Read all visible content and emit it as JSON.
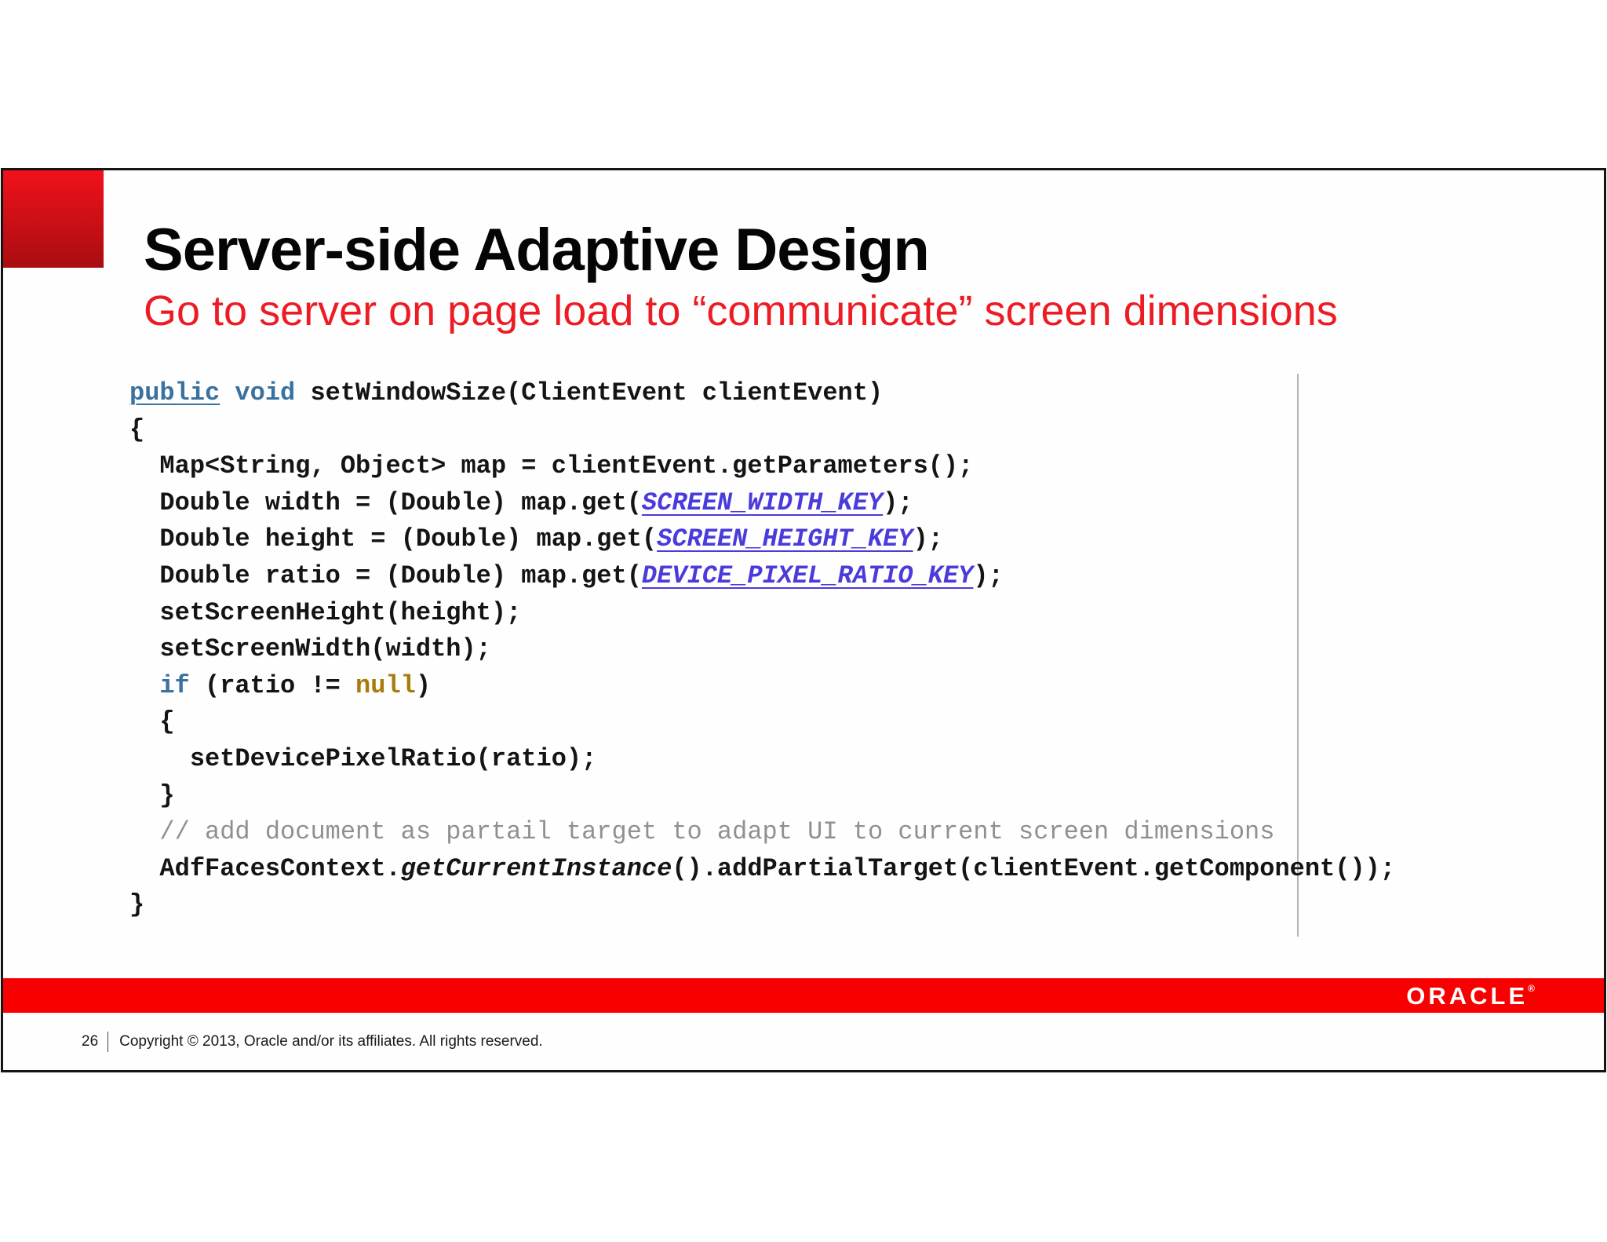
{
  "slide": {
    "title": "Server-side Adaptive Design",
    "subtitle": "Go to server on page load to “communicate” screen dimensions"
  },
  "code": {
    "lines": [
      [
        {
          "t": "public",
          "c": "ku"
        },
        {
          "t": " ",
          "c": ""
        },
        {
          "t": "void",
          "c": "k"
        },
        {
          "t": " setWindowSize(ClientEvent clientEvent)",
          "c": ""
        }
      ],
      [
        {
          "t": "{",
          "c": ""
        }
      ],
      [
        {
          "t": "  Map<String, Object> map = clientEvent.getParameters();",
          "c": ""
        }
      ],
      [
        {
          "t": "  Double width = (Double) map.get(",
          "c": ""
        },
        {
          "t": "SCREEN_WIDTH_KEY",
          "c": "c"
        },
        {
          "t": ");",
          "c": ""
        }
      ],
      [
        {
          "t": "  Double height = (Double) map.get(",
          "c": ""
        },
        {
          "t": "SCREEN_HEIGHT_KEY",
          "c": "c"
        },
        {
          "t": ");",
          "c": ""
        }
      ],
      [
        {
          "t": "  Double ratio = (Double) map.get(",
          "c": ""
        },
        {
          "t": "DEVICE_PIXEL_RATIO_KEY",
          "c": "c"
        },
        {
          "t": ");",
          "c": ""
        }
      ],
      [
        {
          "t": "  setScreenHeight(height);",
          "c": ""
        }
      ],
      [
        {
          "t": "  setScreenWidth(width);",
          "c": ""
        }
      ],
      [
        {
          "t": "  ",
          "c": ""
        },
        {
          "t": "if",
          "c": "k"
        },
        {
          "t": " (ratio != ",
          "c": ""
        },
        {
          "t": "null",
          "c": "n"
        },
        {
          "t": ")",
          "c": ""
        }
      ],
      [
        {
          "t": "  {",
          "c": ""
        }
      ],
      [
        {
          "t": "    setDevicePixelRatio(ratio);",
          "c": ""
        }
      ],
      [
        {
          "t": "  }",
          "c": ""
        }
      ],
      [
        {
          "t": "  ",
          "c": ""
        },
        {
          "t": "// add document as partail target to adapt UI to current screen dimensions",
          "c": "cm"
        }
      ],
      [
        {
          "t": "  AdfFacesContext.",
          "c": ""
        },
        {
          "t": "getCurrentInstance",
          "c": "i"
        },
        {
          "t": "().addPartialTarget(clientEvent.getComponent());",
          "c": ""
        }
      ],
      [
        {
          "t": "}",
          "c": ""
        }
      ]
    ]
  },
  "footer": {
    "page_number": "26",
    "copyright": "Copyright © 2013, Oracle and/or its affiliates. All rights reserved."
  },
  "logo": {
    "text": "ORACLE",
    "registered": "®"
  },
  "colors": {
    "oracle_bar_red": "#f80000",
    "subtitle_red": "#ed1c24",
    "corner_gradient_top": "#f2111c",
    "corner_gradient_bottom": "#a90d11",
    "keyword_blue": "#39719f",
    "constant_violet": "#4a3bdb",
    "null_literal_gold": "#a87b0b",
    "comment_gray": "#909090",
    "divider_gray": "#b3b3b3"
  }
}
